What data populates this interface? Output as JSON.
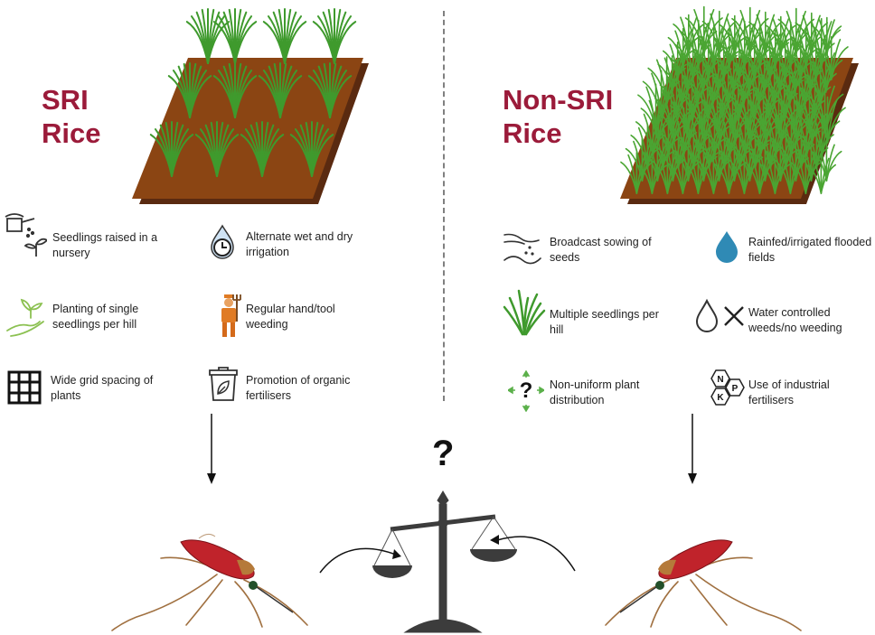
{
  "left": {
    "title": "SRI\nRice",
    "practices": [
      {
        "icon": "watering-can-seedling-icon",
        "text": "Seedlings raised in a\nnursery"
      },
      {
        "icon": "clock-water-drop-icon",
        "text": "Alternate wet and dry\nirrigation"
      },
      {
        "icon": "hand-seedling-icon",
        "text": "Planting of single\nseedlings per hill"
      },
      {
        "icon": "farmer-with-fork-icon",
        "text": "Regular hand/tool\nweeding"
      },
      {
        "icon": "grid-icon",
        "text": "Wide grid spacing of\nplants"
      },
      {
        "icon": "compost-bin-icon",
        "text": "Promotion of organic\nfertilisers"
      }
    ]
  },
  "right": {
    "title": "Non-SRI\nRice",
    "practices": [
      {
        "icon": "hand-sowing-seeds-icon",
        "text": "Broadcast sowing of\nseeds"
      },
      {
        "icon": "water-drop-icon",
        "text": "Rainfed/irrigated flooded\nfields"
      },
      {
        "icon": "grass-clump-icon",
        "text": "Multiple seedlings per\nhill"
      },
      {
        "icon": "drop-cross-icon",
        "text": "Water controlled\nweeds/no weeding"
      },
      {
        "icon": "question-arrows-icon",
        "text": "Non-uniform plant\ndistribution"
      },
      {
        "icon": "npk-hexagon-icon",
        "text": "Use of industrial\nfertilisers"
      }
    ]
  },
  "center": {
    "question": "?"
  },
  "colors": {
    "title": "#9b1b3a",
    "soil": "#8b4513",
    "soil_dark": "#5a2a10",
    "plant": "#3f9a2d",
    "balance": "#3c3c3c",
    "mosquito_body": "#c0232b"
  }
}
